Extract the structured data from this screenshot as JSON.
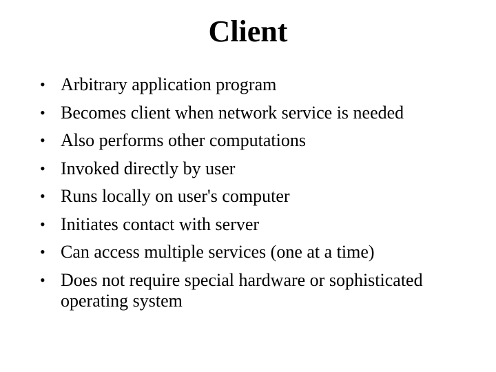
{
  "slide": {
    "title": "Client",
    "bullet_symbol": "•",
    "bullets": [
      "Arbitrary application program",
      "Becomes client when network service is needed",
      "Also performs other computations",
      "Invoked directly by user",
      "Runs locally on user's computer",
      "Initiates contact with server",
      "Can access multiple services (one at a time)",
      "Does not require special hardware or sophisticated operating system"
    ]
  }
}
